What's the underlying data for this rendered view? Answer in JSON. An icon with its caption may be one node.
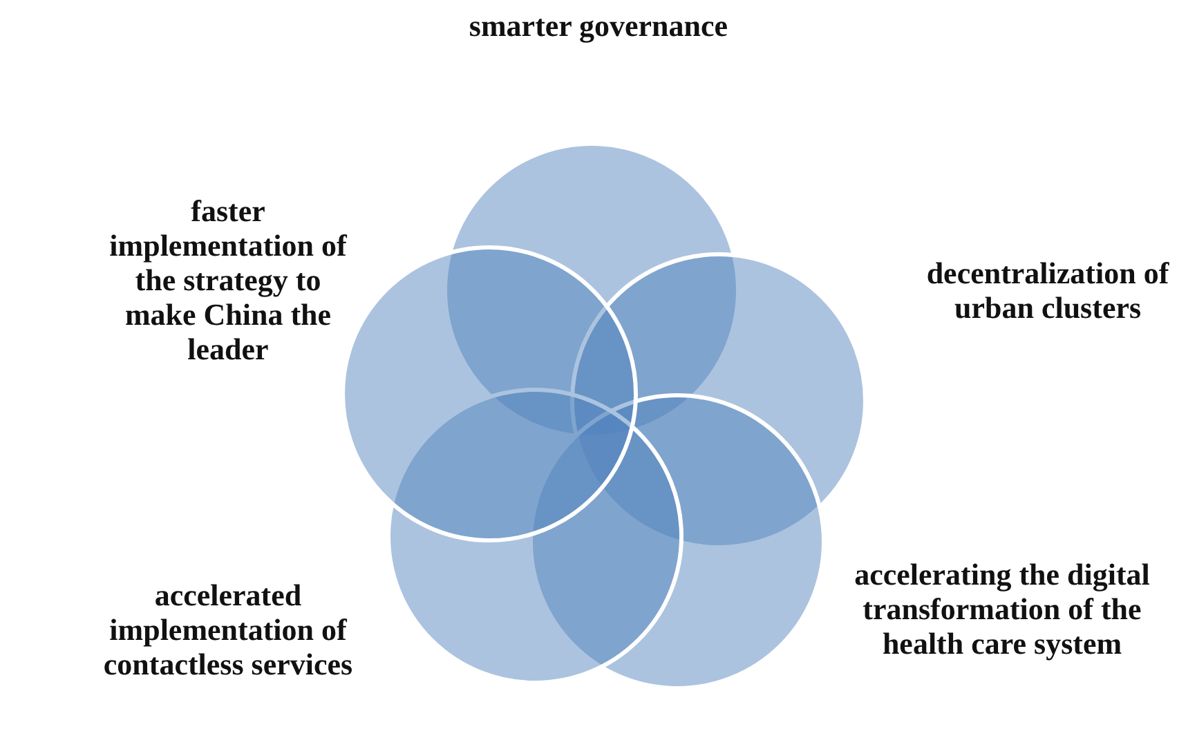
{
  "diagram": {
    "nodes": [
      {
        "text": [],
        "shape": "circle",
        "beside": [
          "smarter governance"
        ]
      },
      {
        "text": [],
        "shape": "circle",
        "beside": [
          "decentralization of urban clusters"
        ]
      },
      {
        "text": [],
        "shape": "circle",
        "beside": [
          "accelerating the digital transformation of the health care system"
        ]
      },
      {
        "text": [],
        "shape": "circle",
        "beside": [
          "accelerated implementation of contactless services"
        ]
      },
      {
        "text": [],
        "shape": "circle",
        "beside": [
          "faster implementation of the strategy to make China the leader"
        ]
      }
    ]
  }
}
